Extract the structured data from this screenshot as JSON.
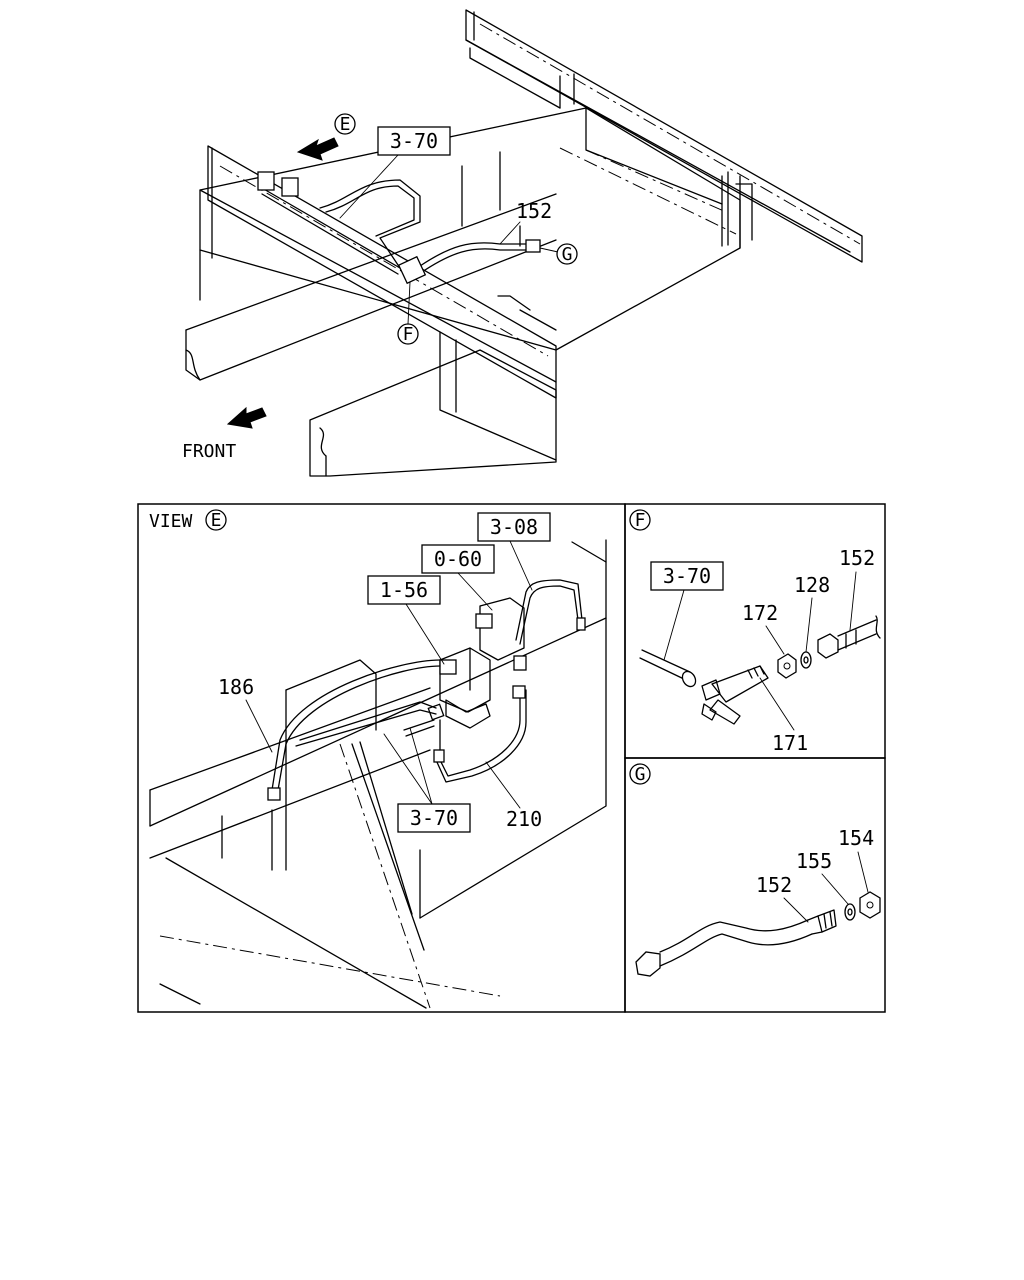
{
  "overview": {
    "front_label": "FRONT",
    "view_ref": "E",
    "detail_refs": {
      "f": "F",
      "g": "G"
    },
    "part_labels": {
      "ref_3_70": "3-70",
      "hose_152": "152"
    }
  },
  "view_e": {
    "title": "VIEW",
    "ref": "E",
    "labels": {
      "ref_3_08": "3-08",
      "ref_0_60": "0-60",
      "ref_1_56": "1-56",
      "ref_3_70": "3-70",
      "pipe_186": "186",
      "pipe_210": "210"
    }
  },
  "detail_f": {
    "ref": "F",
    "labels": {
      "ref_3_70": "3-70",
      "hose_152": "152",
      "washer_128": "128",
      "nut_172": "172",
      "tee_171": "171"
    }
  },
  "detail_g": {
    "ref": "G",
    "labels": {
      "hose_152": "152",
      "washer_155": "155",
      "nut_154": "154"
    }
  }
}
